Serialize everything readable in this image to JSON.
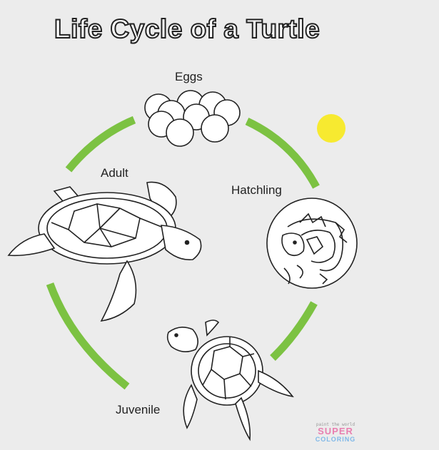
{
  "diagram": {
    "title": "Life Cycle of a Turtle",
    "stages": {
      "eggs": "Eggs",
      "hatchling": "Hatchling",
      "juvenile": "Juvenile",
      "adult": "Adult"
    }
  },
  "watermark": {
    "line1": "paint the world",
    "line2": "SUPER",
    "line3": "COLORING"
  },
  "colors": {
    "cycle_arrow": "#7cc242",
    "sun": "#f7ea30",
    "background": "#ececec",
    "outline": "#222222"
  }
}
